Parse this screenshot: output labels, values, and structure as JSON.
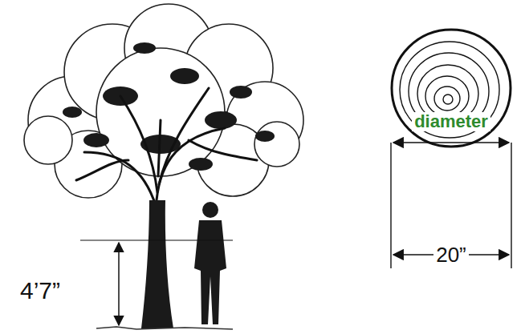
{
  "diagram": {
    "labels": [
      "4’7”",
      "diameter",
      "20”"
    ]
  }
}
